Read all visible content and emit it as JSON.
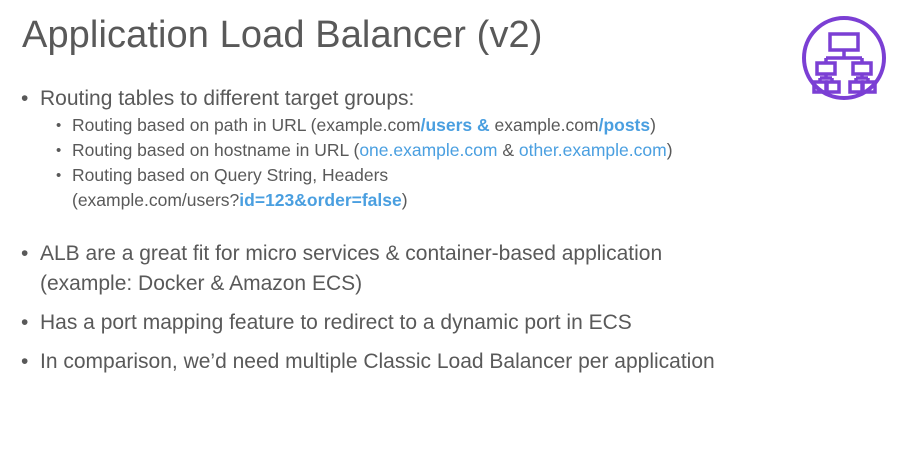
{
  "slide": {
    "title": "Application Load Balancer (v2)",
    "icon": {
      "name": "application-load-balancer-icon",
      "color": "#7b3fd4"
    },
    "accent_blue": "#4a9fe0",
    "text_color": "#595959",
    "bullet_glyph": "•",
    "section_one": {
      "heading": "Routing tables to different target groups:",
      "items": [
        {
          "text_before": "Routing based on path in URL   (example.com",
          "highlight_1": "/users &",
          "text_mid": " example.com",
          "highlight_2": "/posts",
          "text_after": ")"
        },
        {
          "text_before": "Routing based on hostname in URL  (",
          "highlight_1": "one.example.com",
          "text_mid": " & ",
          "highlight_2": "other.example.com",
          "text_after": ")"
        },
        {
          "text_before": "Routing based on Query String, Headers",
          "line2_before": "(example.com/users?",
          "line2_highlight": "id=123&order=false",
          "line2_after": ")"
        }
      ]
    },
    "section_two": {
      "items": [
        {
          "line1": "ALB are a great fit for micro services & container-based application",
          "line2": "(example: Docker & Amazon ECS)"
        },
        {
          "line1": "Has a port mapping feature to redirect to a dynamic port in ECS",
          "line2": ""
        },
        {
          "line1": "In comparison, we’d need multiple Classic Load Balancer per application",
          "line2": ""
        }
      ]
    }
  }
}
